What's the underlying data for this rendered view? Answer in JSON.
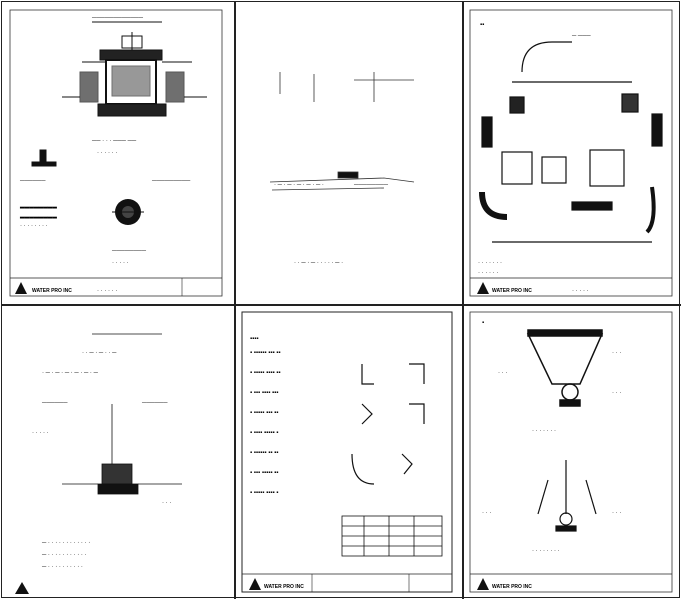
{
  "sheets": [
    {
      "id": "sheet-1",
      "company": "WATER PRO INC"
    },
    {
      "id": "sheet-2",
      "company": ""
    },
    {
      "id": "sheet-3",
      "company": "WATER PRO INC"
    },
    {
      "id": "sheet-4",
      "company": ""
    },
    {
      "id": "sheet-5",
      "company": "WATER PRO INC"
    },
    {
      "id": "sheet-6",
      "company": "WATER PRO INC"
    }
  ]
}
